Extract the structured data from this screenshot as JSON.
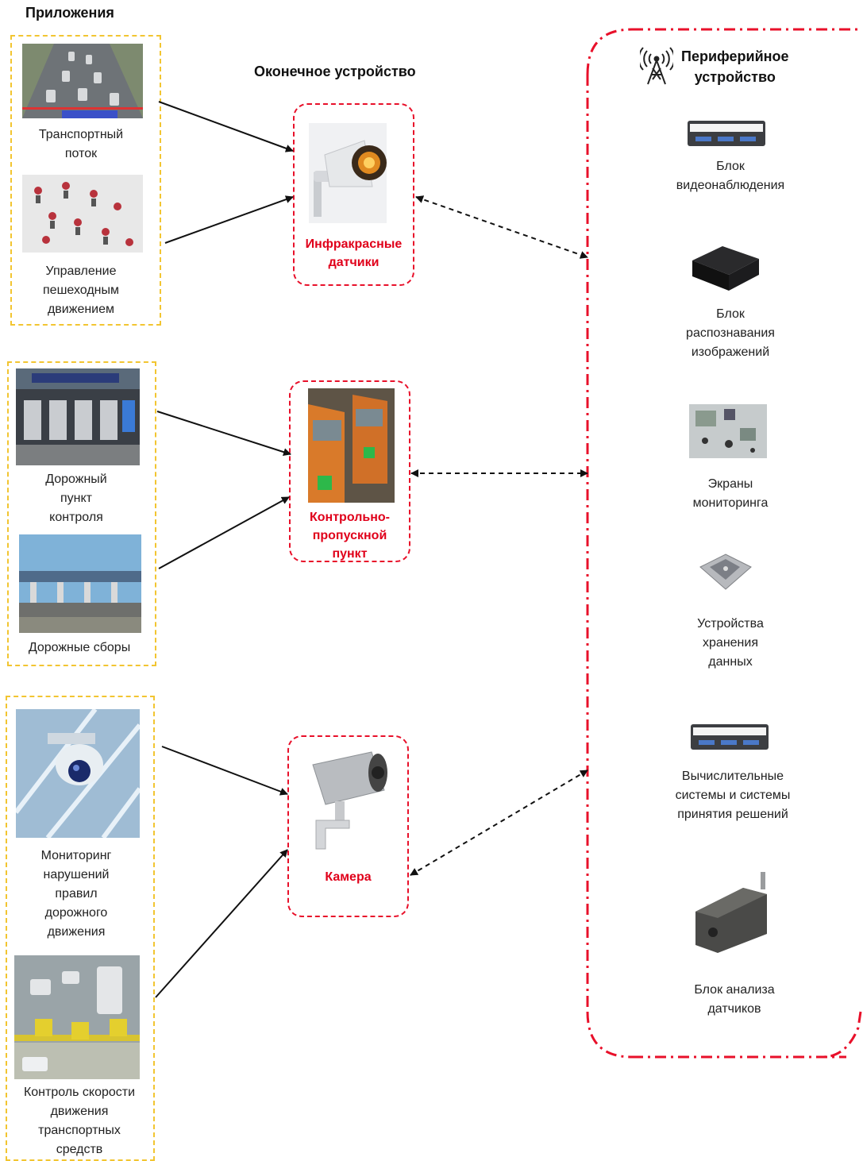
{
  "title_apps": "Приложения",
  "title_terminal": "Оконечное устройство",
  "title_edge": "Периферийное\nустройство",
  "applications": {
    "traffic_flow": "Транспортный\nпоток",
    "pedestrian": "Управление\nпешеходным\nдвижением",
    "checkpoint": "Дорожный\nпункт\nконтроля",
    "toll": "Дорожные сборы",
    "violations": "Мониторинг\nнарушений\nправил\nдорожного\nдвижения",
    "speed": "Контроль скорости\nдвижения\nтранспортных\nсредств"
  },
  "terminal_devices": {
    "infrared": "Инфракрасные\nдатчики",
    "gate": "Контрольно-\nпропускной\nпункт",
    "camera": "Камера"
  },
  "edge_devices": {
    "video": "Блок\nвидеонаблюдения",
    "recognition": "Блок\nраспознавания\nизображений",
    "screens": "Экраны\nмониторинга",
    "storage": "Устройства\nхранения\nданных",
    "compute": "Вычислительные\nсистемы и системы\nпринятия решений",
    "sensor_analysis": "Блок анализа\nдатчиков"
  },
  "icons": {
    "antenna": "antenna-tower-icon",
    "server": "rack-server-icon",
    "box": "black-box-icon",
    "board": "circuit-board-icon",
    "disk": "hard-drive-icon",
    "sensor": "sensor-module-icon"
  },
  "colors": {
    "accent_red": "#e8102a",
    "group_yellow": "#f2c531"
  }
}
